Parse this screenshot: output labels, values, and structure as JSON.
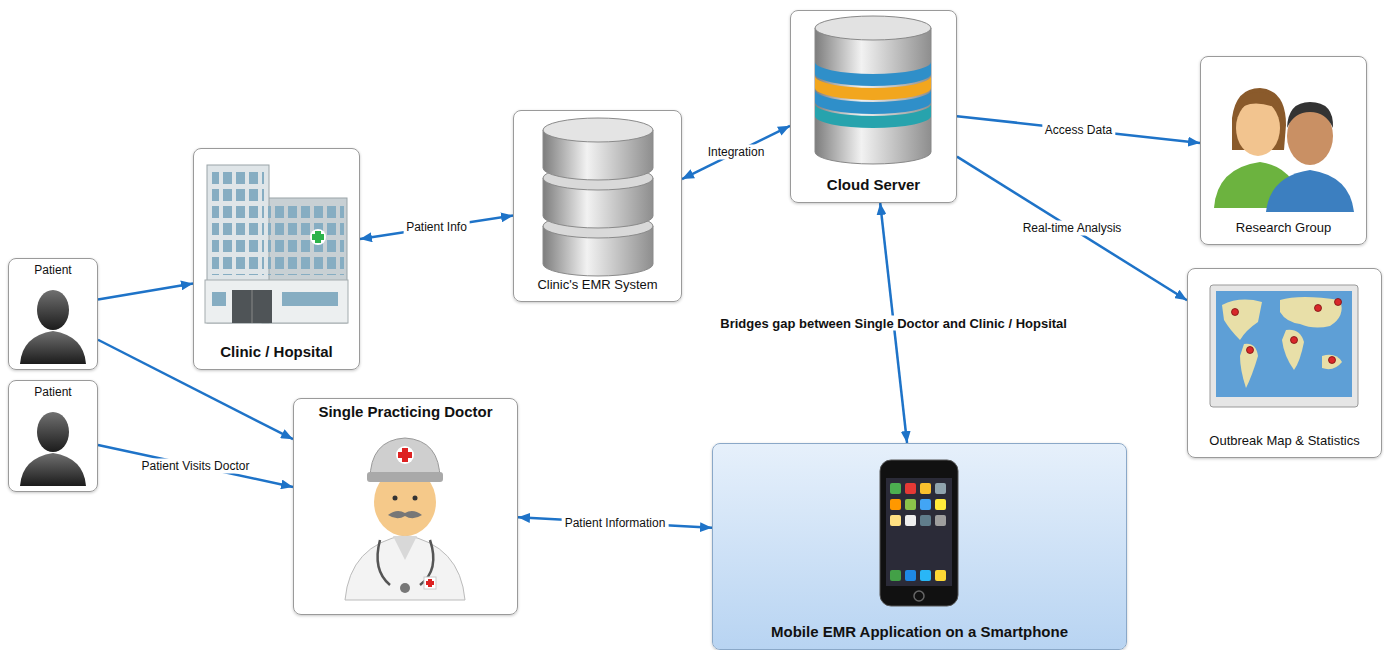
{
  "diagram": {
    "nodes": [
      {
        "text": [
          "Patient"
        ]
      },
      {
        "text": [
          "Patient"
        ]
      },
      {
        "text": [
          "Clinic / Hopsital"
        ]
      },
      {
        "text": [
          "Single Practicing Doctor"
        ]
      },
      {
        "text": [
          "Clinic's EMR System"
        ]
      },
      {
        "text": [
          "Cloud Server"
        ]
      },
      {
        "text": [
          "Mobile EMR Application on a Smartphone"
        ]
      },
      {
        "text": [
          "Research Group"
        ]
      },
      {
        "text": [
          "Outbreak Map & Statistics"
        ]
      }
    ],
    "edges": [
      {
        "from": 0,
        "to": 2,
        "arrow": "to"
      },
      {
        "from": 0,
        "to": 3,
        "arrow": "to"
      },
      {
        "from": 1,
        "to": 3,
        "label": "Patient Visits Doctor",
        "arrow": "to"
      },
      {
        "from": 2,
        "to": 4,
        "label": "Patient Info",
        "arrow": "both"
      },
      {
        "from": 4,
        "to": 5,
        "label": "Integration",
        "arrow": "both"
      },
      {
        "from": 5,
        "to": 7,
        "label": "Access Data",
        "arrow": "to"
      },
      {
        "from": 5,
        "to": 8,
        "label": "Real-time Analysis",
        "arrow": "to"
      },
      {
        "from": 5,
        "to": 6,
        "label": "Bridges gap between Single Doctor and Clinic / Hopsital",
        "arrow": "both"
      },
      {
        "from": 3,
        "to": 6,
        "label": "Patient Information",
        "arrow": "both"
      }
    ]
  }
}
